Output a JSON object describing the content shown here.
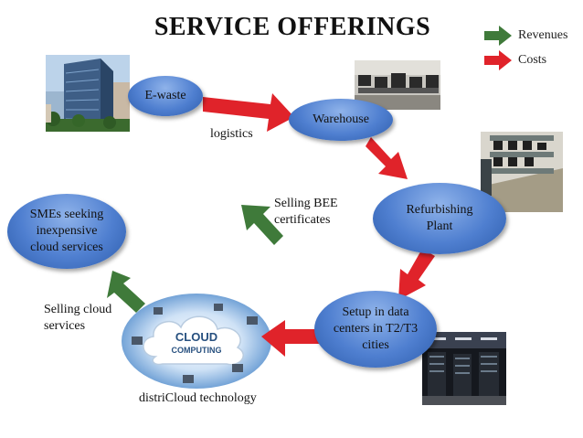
{
  "title": "SERVICE OFFERINGS",
  "legend": [
    {
      "label": "Revenues",
      "color": "#3f7a3a"
    },
    {
      "label": "Costs",
      "color": "#e0232a"
    }
  ],
  "nodes": {
    "ewaste": "E-waste",
    "warehouse": "Warehouse",
    "refurbishing": "Refurbishing Plant",
    "datacenters": "Setup in data centers in T2/T3 cities",
    "smes": "SMEs seeking inexpensive cloud services"
  },
  "labels": {
    "logistics": "logistics",
    "bee": "Selling BEE certificates",
    "selling_cloud": "Selling cloud services",
    "districloud": "distriCloud technology"
  },
  "cloud_logo": {
    "line1": "CLOUD",
    "line2": "COMPUTING"
  },
  "images": [
    "building-photo",
    "warehouse-photo",
    "refurbishing-photo",
    "datacenter-photo"
  ]
}
